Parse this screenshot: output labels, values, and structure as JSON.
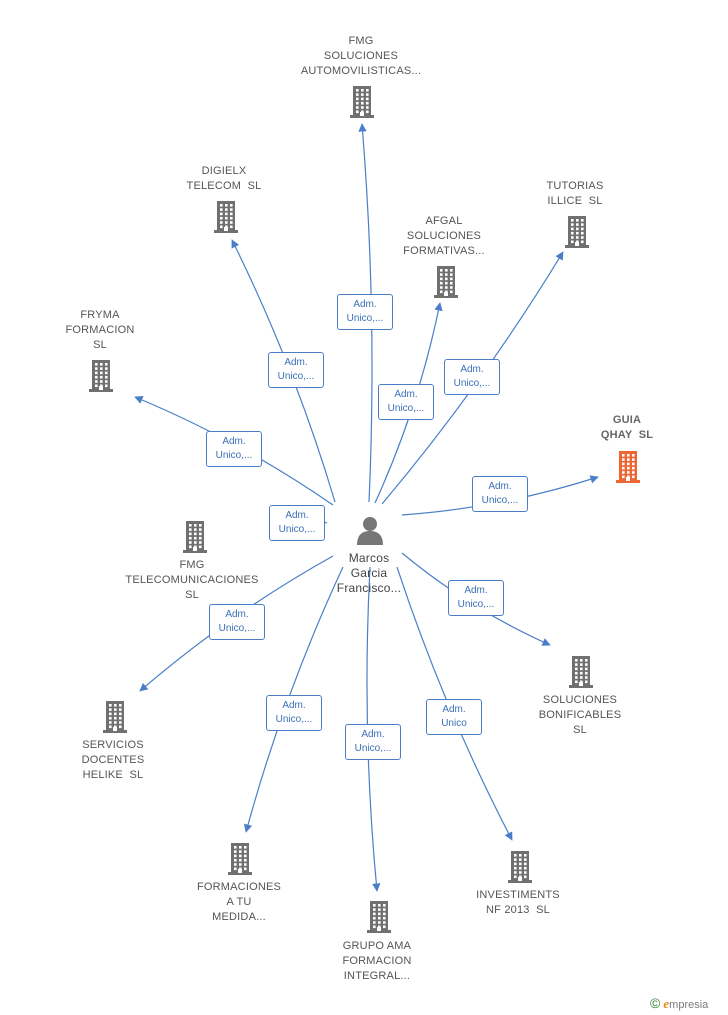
{
  "colors": {
    "edge": "#4a7fc8",
    "building": "#707070",
    "highlight": "#ee6633",
    "person": "#777777"
  },
  "center": {
    "name": "Marcos\nGarcia\nFrancisco..."
  },
  "nodes": [
    {
      "id": "fmg-solauto",
      "label": "FMG\nSOLUCIONES\nAUTOMOVILISTICAS...",
      "edge": "Adm.\nUnico,...",
      "highlight": false
    },
    {
      "id": "digielx",
      "label": "DIGIELX\nTELECOM  SL",
      "edge": "Adm.\nUnico,...",
      "highlight": false
    },
    {
      "id": "afgal",
      "label": "AFGAL\nSOLUCIONES\nFORMATIVAS...",
      "edge": "Adm.\nUnico,...",
      "highlight": false
    },
    {
      "id": "tutorias",
      "label": "TUTORIAS\nILLICE  SL",
      "edge": "Adm.\nUnico,...",
      "highlight": false
    },
    {
      "id": "fryma",
      "label": "FRYMA\nFORMACION\nSL",
      "edge": "Adm.\nUnico,...",
      "highlight": false
    },
    {
      "id": "guia",
      "label": "GUIA\nQHAY  SL",
      "edge": "Adm.\nUnico,...",
      "highlight": true
    },
    {
      "id": "fmg-tele",
      "label": "FMG\nTELECOMUNICACIONES\nSL",
      "edge": "Adm.\nUnico,...",
      "highlight": false
    },
    {
      "id": "servicios",
      "label": "SERVICIOS\nDOCENTES\nHELIKE  SL",
      "edge": "Adm.\nUnico,...",
      "highlight": false
    },
    {
      "id": "soluciones",
      "label": "SOLUCIONES\nBONIFICABLES\nSL",
      "edge": "Adm.\nUnico,...",
      "highlight": false
    },
    {
      "id": "formaciones",
      "label": "FORMACIONES\nA TU\nMEDIDA...",
      "edge": "Adm.\nUnico,...",
      "highlight": false
    },
    {
      "id": "grupo-ama",
      "label": "GRUPO AMA\nFORMACION\nINTEGRAL...",
      "edge": "Adm.\nUnico,...",
      "highlight": false
    },
    {
      "id": "investments",
      "label": "INVESTIMENTS\nNF 2013  SL",
      "edge": "Adm.\nUnico",
      "highlight": false
    }
  ],
  "brand": {
    "copyright": "©",
    "e": "e",
    "rest": "mpresia"
  }
}
